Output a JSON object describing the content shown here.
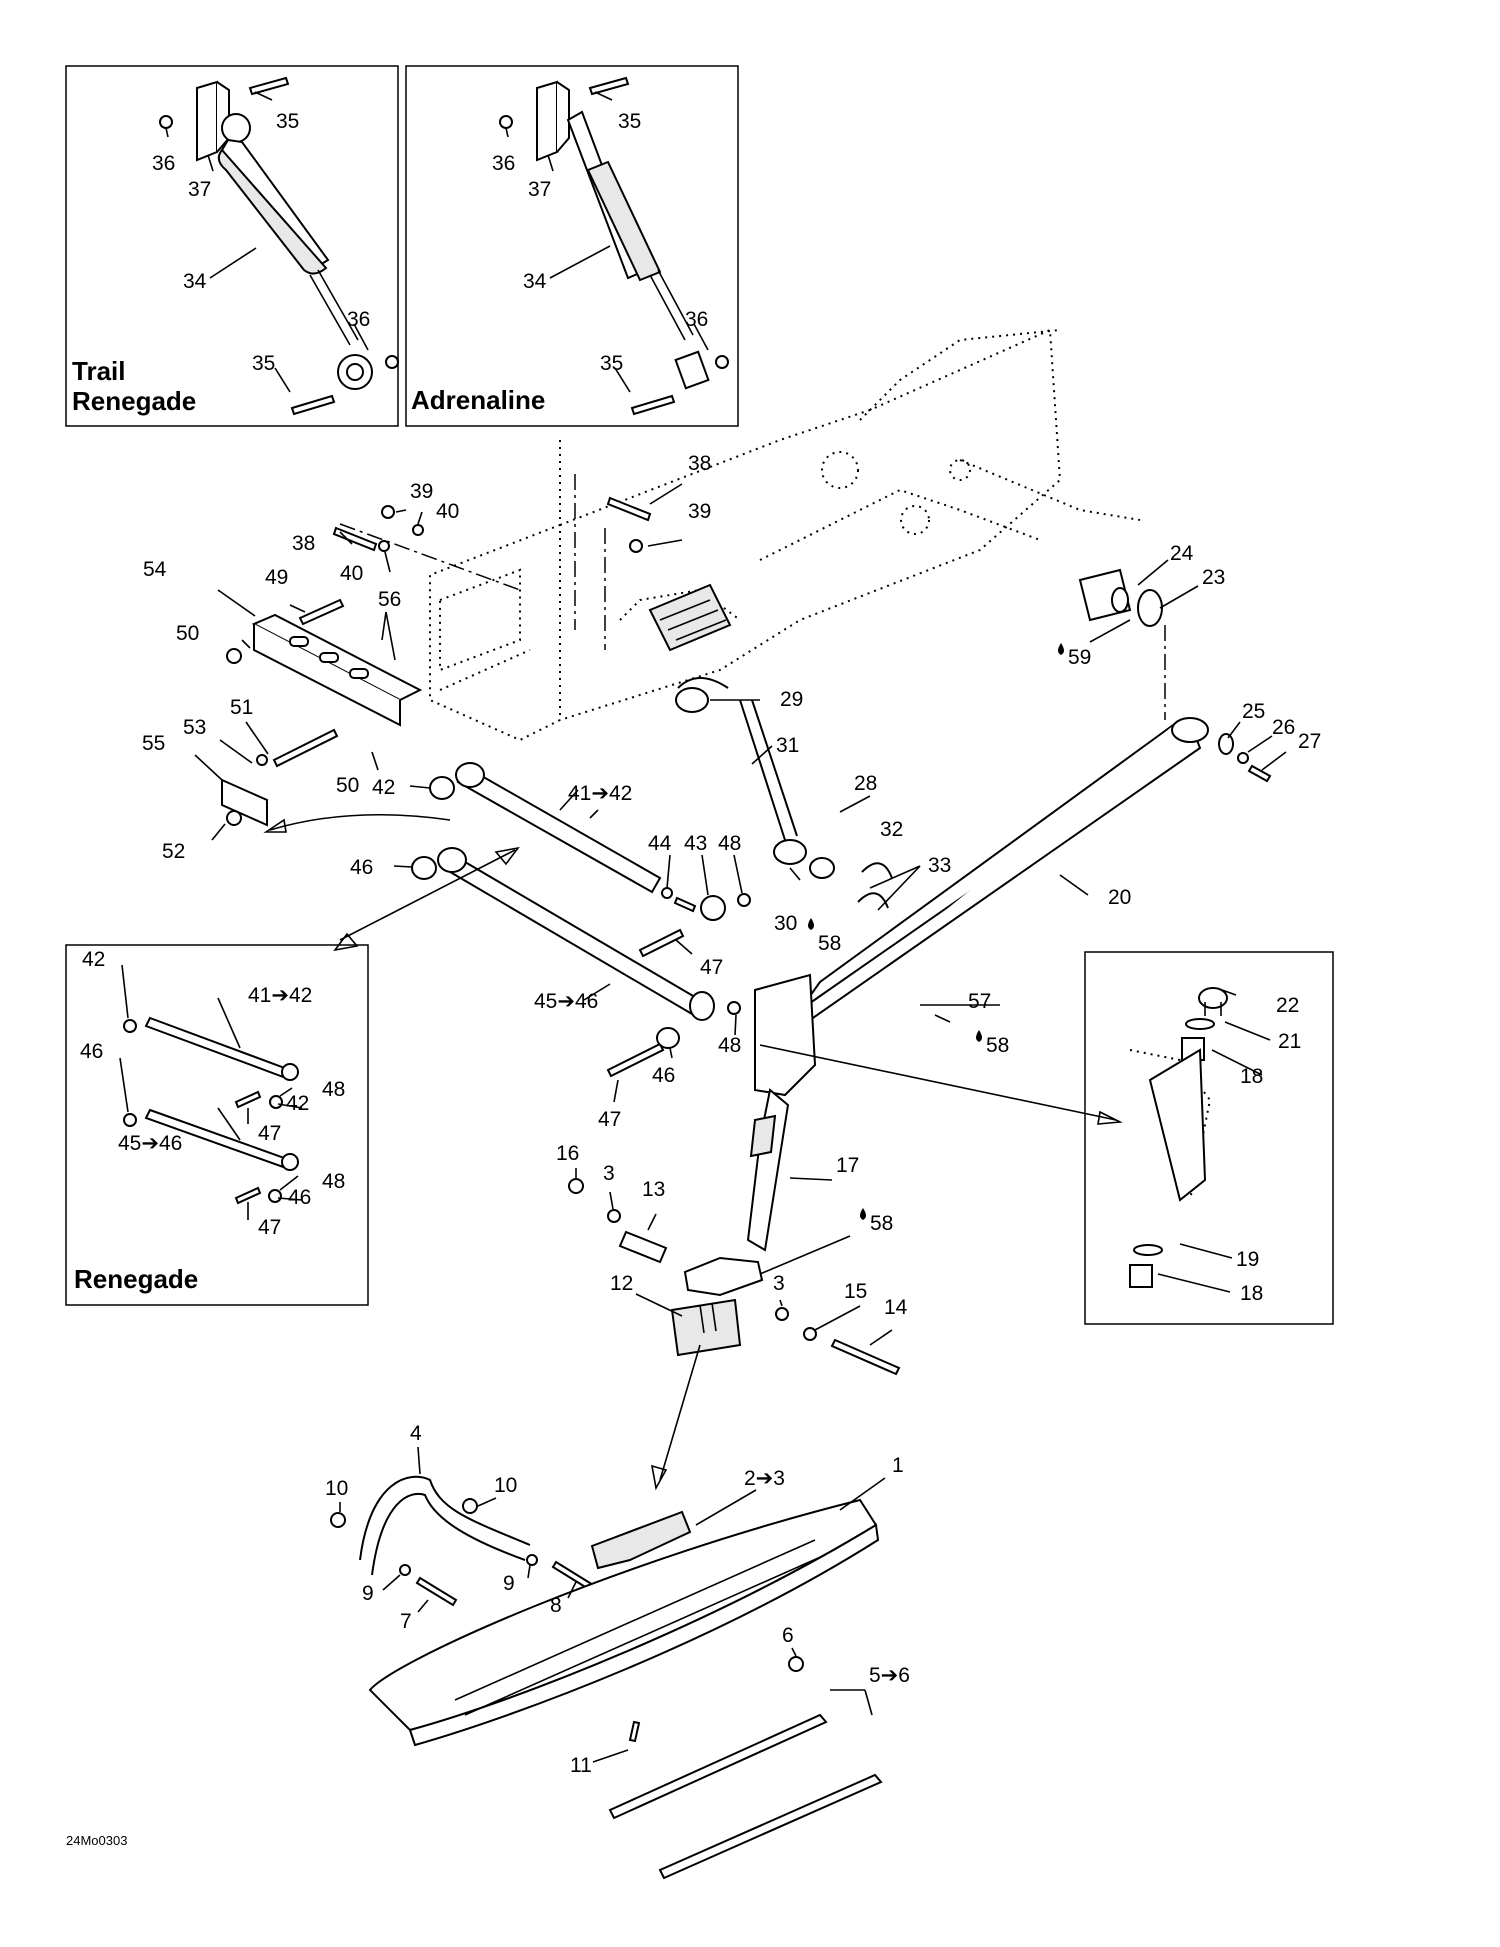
{
  "inset_titles": {
    "top_left": [
      "Trail",
      "Renegade"
    ],
    "top_right": "Adrenaline",
    "left": "Renegade"
  },
  "drawing_code": "24Mo0303",
  "callouts": [
    {
      "key": "c1",
      "text": "1"
    },
    {
      "key": "c2",
      "text": "2➔3"
    },
    {
      "key": "c3a",
      "text": "3"
    },
    {
      "key": "c3b",
      "text": "3"
    },
    {
      "key": "c4",
      "text": "4"
    },
    {
      "key": "c5",
      "text": "5➔6"
    },
    {
      "key": "c6",
      "text": "6"
    },
    {
      "key": "c7",
      "text": "7"
    },
    {
      "key": "c8",
      "text": "8"
    },
    {
      "key": "c9a",
      "text": "9"
    },
    {
      "key": "c9b",
      "text": "9"
    },
    {
      "key": "c10a",
      "text": "10"
    },
    {
      "key": "c10b",
      "text": "10"
    },
    {
      "key": "c11",
      "text": "11"
    },
    {
      "key": "c12",
      "text": "12"
    },
    {
      "key": "c13",
      "text": "13"
    },
    {
      "key": "c14",
      "text": "14"
    },
    {
      "key": "c15",
      "text": "15"
    },
    {
      "key": "c16",
      "text": "16"
    },
    {
      "key": "c17",
      "text": "17"
    },
    {
      "key": "c18a",
      "text": "18"
    },
    {
      "key": "c18b",
      "text": "18"
    },
    {
      "key": "c19",
      "text": "19"
    },
    {
      "key": "c20",
      "text": "20"
    },
    {
      "key": "c21",
      "text": "21"
    },
    {
      "key": "c22",
      "text": "22"
    },
    {
      "key": "c23",
      "text": "23"
    },
    {
      "key": "c24",
      "text": "24"
    },
    {
      "key": "c25",
      "text": "25"
    },
    {
      "key": "c26",
      "text": "26"
    },
    {
      "key": "c27",
      "text": "27"
    },
    {
      "key": "c28",
      "text": "28"
    },
    {
      "key": "c29",
      "text": "29"
    },
    {
      "key": "c30",
      "text": "30"
    },
    {
      "key": "c31",
      "text": "31"
    },
    {
      "key": "c32",
      "text": "32"
    },
    {
      "key": "c33",
      "text": "33"
    },
    {
      "key": "c34a",
      "text": "34"
    },
    {
      "key": "c34b",
      "text": "34"
    },
    {
      "key": "c35a",
      "text": "35"
    },
    {
      "key": "c35b",
      "text": "35"
    },
    {
      "key": "c35c",
      "text": "35"
    },
    {
      "key": "c35d",
      "text": "35"
    },
    {
      "key": "c36a",
      "text": "36"
    },
    {
      "key": "c36b",
      "text": "36"
    },
    {
      "key": "c36c",
      "text": "36"
    },
    {
      "key": "c36d",
      "text": "36"
    },
    {
      "key": "c37a",
      "text": "37"
    },
    {
      "key": "c37b",
      "text": "37"
    },
    {
      "key": "c38a",
      "text": "38"
    },
    {
      "key": "c38b",
      "text": "38"
    },
    {
      "key": "c39a",
      "text": "39"
    },
    {
      "key": "c39b",
      "text": "39"
    },
    {
      "key": "c40a",
      "text": "40"
    },
    {
      "key": "c40b",
      "text": "40"
    },
    {
      "key": "c41a",
      "text": "41➔42"
    },
    {
      "key": "c41b",
      "text": "41➔42"
    },
    {
      "key": "c42a",
      "text": "42"
    },
    {
      "key": "c42b",
      "text": "42"
    },
    {
      "key": "c42c",
      "text": "42"
    },
    {
      "key": "c43",
      "text": "43"
    },
    {
      "key": "c44",
      "text": "44"
    },
    {
      "key": "c45a",
      "text": "45➔46"
    },
    {
      "key": "c45b",
      "text": "45➔46"
    },
    {
      "key": "c46a",
      "text": "46"
    },
    {
      "key": "c46b",
      "text": "46"
    },
    {
      "key": "c46c",
      "text": "46"
    },
    {
      "key": "c46d",
      "text": "46"
    },
    {
      "key": "c47a",
      "text": "47"
    },
    {
      "key": "c47b",
      "text": "47"
    },
    {
      "key": "c47c",
      "text": "47"
    },
    {
      "key": "c47d",
      "text": "47"
    },
    {
      "key": "c48a",
      "text": "48"
    },
    {
      "key": "c48b",
      "text": "48"
    },
    {
      "key": "c48c",
      "text": "48"
    },
    {
      "key": "c48d",
      "text": "48"
    },
    {
      "key": "c49",
      "text": "49"
    },
    {
      "key": "c50a",
      "text": "50"
    },
    {
      "key": "c50b",
      "text": "50"
    },
    {
      "key": "c51",
      "text": "51"
    },
    {
      "key": "c52",
      "text": "52"
    },
    {
      "key": "c53",
      "text": "53"
    },
    {
      "key": "c54",
      "text": "54"
    },
    {
      "key": "c55",
      "text": "55"
    },
    {
      "key": "c56",
      "text": "56"
    },
    {
      "key": "c57",
      "text": "57"
    },
    {
      "key": "c58a",
      "text": "58"
    },
    {
      "key": "c58b",
      "text": "58"
    },
    {
      "key": "c58c",
      "text": "58"
    },
    {
      "key": "c59",
      "text": "59"
    }
  ]
}
